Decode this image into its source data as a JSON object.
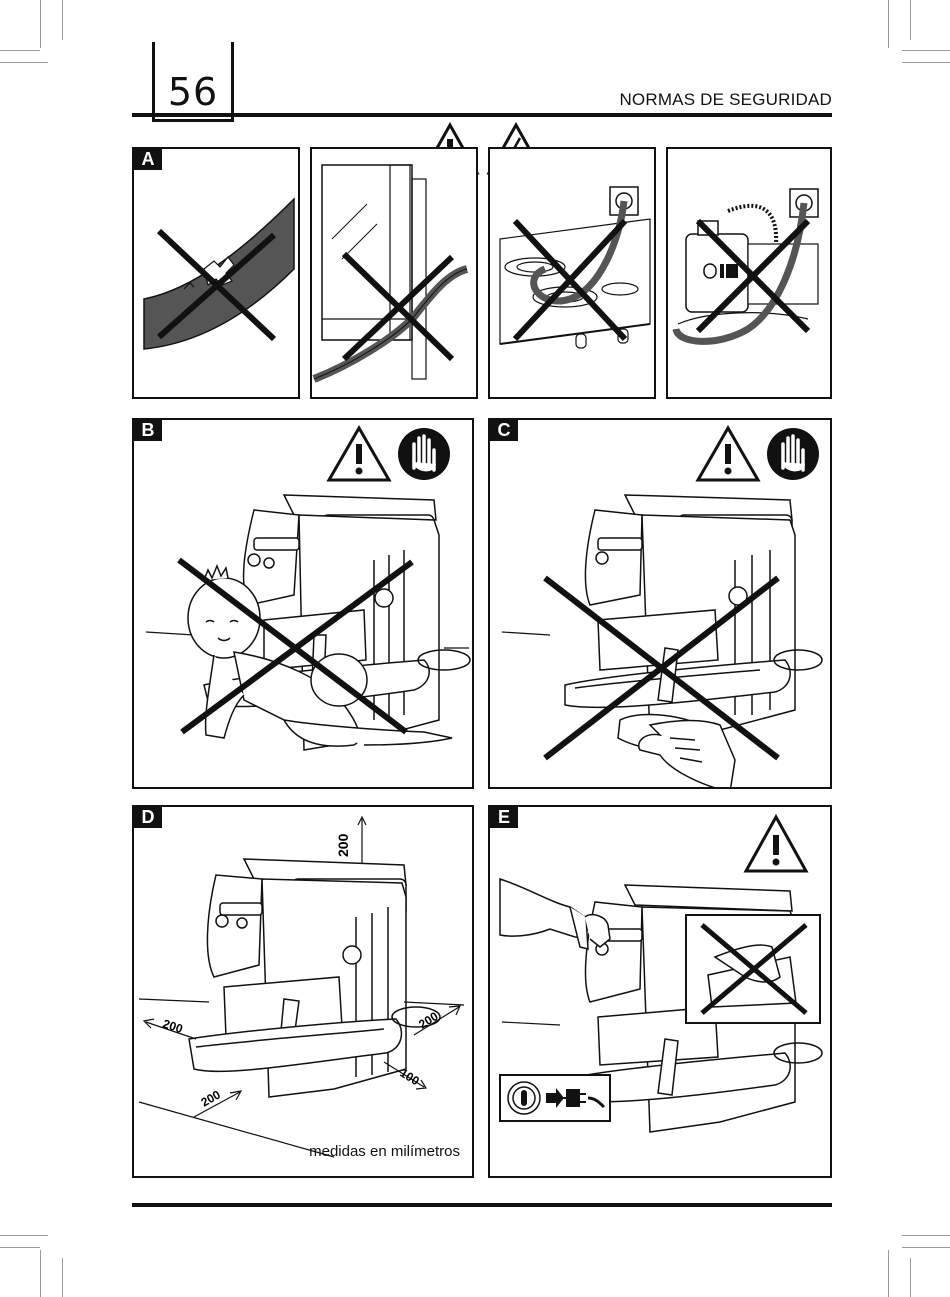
{
  "page": {
    "number": "56",
    "section_title": "NORMAS DE SEGURIDAD"
  },
  "panels": {
    "a": {
      "label": "A"
    },
    "b": {
      "label": "B"
    },
    "c": {
      "label": "C"
    },
    "d": {
      "label": "D",
      "dim_top": "200",
      "dim_left": "200",
      "dim_right": "200",
      "dim_front": "200",
      "dim_side": "100",
      "caption": "medidas en milímetros"
    },
    "e": {
      "label": "E"
    }
  },
  "icons": {
    "warning": "warning-triangle-icon",
    "electric": "electric-hazard-icon",
    "hand": "stop-hand-icon",
    "prohibited": "cross-out-icon",
    "plug": "unplug-icon"
  }
}
